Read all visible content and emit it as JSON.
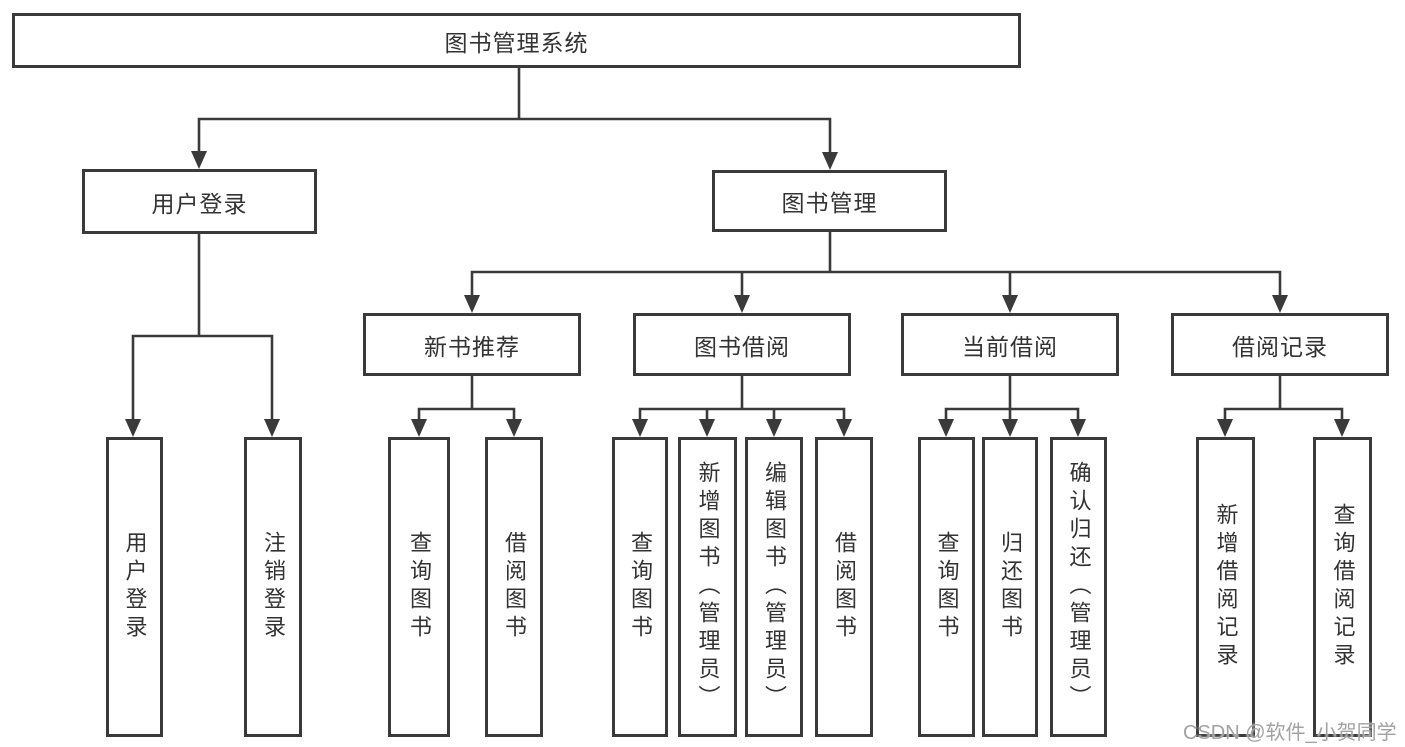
{
  "colors": {
    "line": "#3a3a3a",
    "text": "#333333",
    "background": "#ffffff",
    "watermark": "#a2a2a2"
  },
  "watermark": {
    "text": "CSDN @软件_小贺同学"
  },
  "tree": {
    "label": "图书管理系统",
    "children": [
      {
        "label": "用户登录",
        "children": [
          {
            "label": "用户登录"
          },
          {
            "label": "注销登录"
          }
        ]
      },
      {
        "label": "图书管理",
        "children": [
          {
            "label": "新书推荐",
            "children": [
              {
                "label": "查询图书"
              },
              {
                "label": "借阅图书"
              }
            ]
          },
          {
            "label": "图书借阅",
            "children": [
              {
                "label": "查询图书"
              },
              {
                "label": "新增图书（管理员）"
              },
              {
                "label": "编辑图书（管理员）"
              },
              {
                "label": "借阅图书"
              }
            ]
          },
          {
            "label": "当前借阅",
            "children": [
              {
                "label": "查询图书"
              },
              {
                "label": "归还图书"
              },
              {
                "label": "确认归还（管理员）"
              }
            ]
          },
          {
            "label": "借阅记录",
            "children": [
              {
                "label": "新增借阅记录"
              },
              {
                "label": "查询借阅记录"
              }
            ]
          }
        ]
      }
    ]
  }
}
